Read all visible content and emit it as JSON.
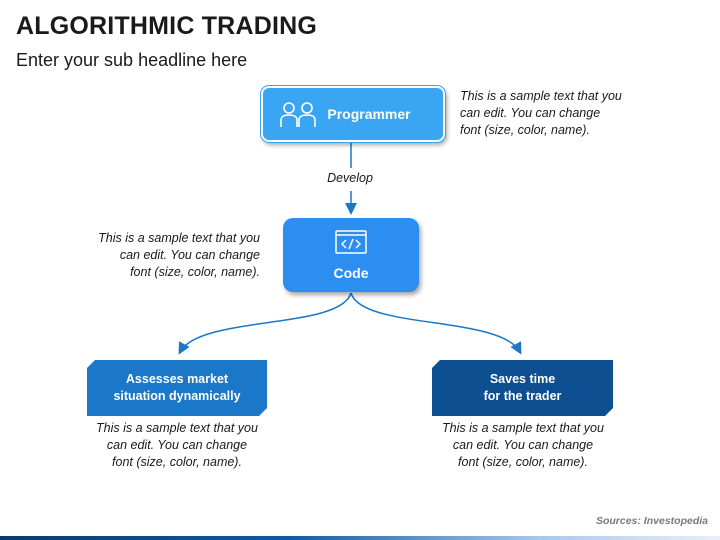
{
  "slide": {
    "title": "ALGORITHMIC TRADING",
    "subtitle": "Enter your sub headline here",
    "source": "Sources: Investopedia"
  },
  "nodes": {
    "programmer": {
      "label": "Programmer",
      "icon": "users-icon"
    },
    "code": {
      "label": "Code",
      "icon": "code-window-icon"
    },
    "assesses": {
      "label": "Assesses market\nsituation dynamically"
    },
    "saves": {
      "label": "Saves time\nfor the trader"
    }
  },
  "edges": {
    "develop_label": "Develop"
  },
  "notes": {
    "programmer": "This is a sample text that you\ncan edit. You can change\nfont (size, color, name).",
    "code": "This is a sample text that you\ncan edit. You can change\nfont (size, color, name).",
    "assesses": "This is a sample text that you\ncan edit. You can change\nfont (size, color, name).",
    "saves": "This is a sample text that you\ncan edit. You can change\nfont (size, color, name)."
  },
  "colors": {
    "programmer": "#3aa5f3",
    "code": "#2b8ef0",
    "assesses": "#1b77c7",
    "saves": "#0d4f90",
    "connector": "#1b77c7"
  }
}
